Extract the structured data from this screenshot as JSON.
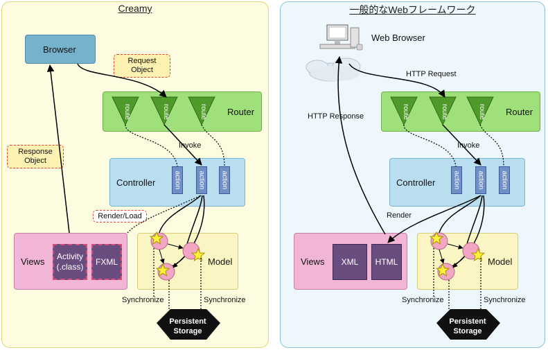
{
  "left": {
    "title": "Creamy",
    "browser": "Browser",
    "request_note_line1": "Request",
    "request_note_line2": "Object",
    "response_note_line1": "Response",
    "response_note_line2": "Object",
    "router": "Router",
    "route": "route",
    "invoke": "Invoke",
    "controller": "Controller",
    "action": "action",
    "render_load": "Render/Load",
    "views": "Views",
    "activity_line1": "Activity",
    "activity_line2": "(.class)",
    "fxml": "FXML",
    "model": "Model",
    "synchronize": "Synchronize",
    "storage_line1": "Persistent",
    "storage_line2": "Storage"
  },
  "right": {
    "title": "一般的なWebフレームワーク",
    "web_browser": "Web Browser",
    "http_request": "HTTP Request",
    "http_response": "HTTP Response",
    "router": "Router",
    "route": "route",
    "invoke": "Invoke",
    "controller": "Controller",
    "action": "action",
    "render": "Render",
    "views": "Views",
    "xml": "XML",
    "html": "HTML",
    "model": "Model",
    "synchronize": "Synchronize",
    "storage_line1": "Persistent",
    "storage_line2": "Storage"
  },
  "icons": [
    "computer-icon",
    "cloud-icon",
    "star-icon",
    "storage-octagon-icon"
  ],
  "colors": {
    "left_panel": "#fdfbe0",
    "right_panel": "#eef7fb",
    "browser": "#76b2cc",
    "router": "#9fe07a",
    "route": "#4f9a2b",
    "controller": "#b9def0",
    "action": "#6f8fc9",
    "views": "#f1b6d6",
    "view_item": "#6a4d7f",
    "model": "#fbf5c4",
    "model_node": "#f2a6c4",
    "star": "#fff23a",
    "note_border": "#e0402f",
    "storage": "#111111"
  }
}
